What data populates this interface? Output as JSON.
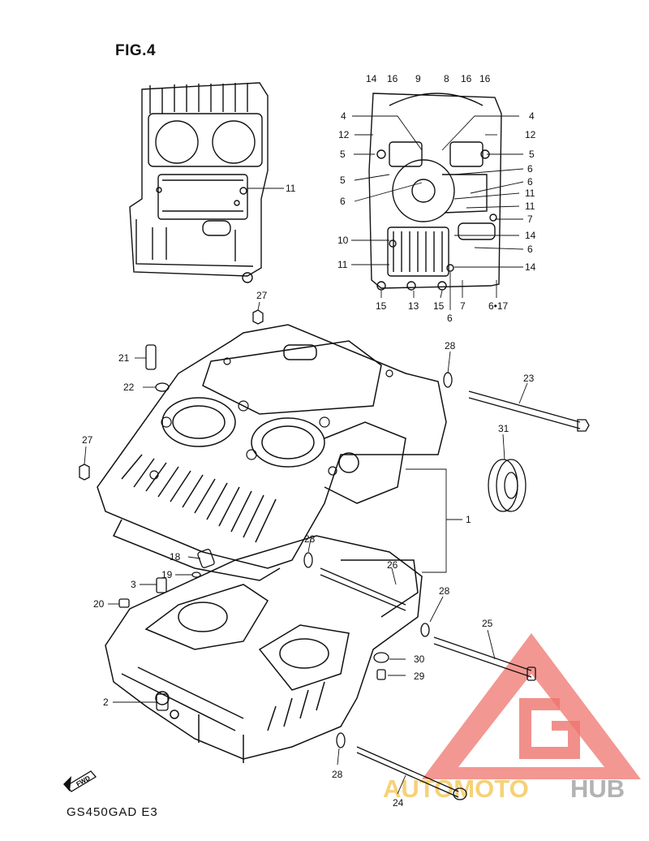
{
  "figure": {
    "title": "FIG.4",
    "model_code": "GS450GAD  E3",
    "fwd_label": "FWD"
  },
  "watermark": {
    "text_part1": "AUTOMOTO",
    "text_part2": "HUB",
    "color_red": "#e8463c",
    "color_yellow": "#f3c24a",
    "color_gray": "#9a9a9a"
  },
  "callouts": {
    "detail_upper": [
      "14",
      "16",
      "9",
      "8",
      "16",
      "16",
      "4",
      "4",
      "12",
      "12",
      "5",
      "5",
      "5",
      "6",
      "6",
      "6",
      "11",
      "11",
      "7",
      "10",
      "14",
      "6",
      "11",
      "14",
      "15",
      "13",
      "15",
      "7",
      "6",
      "6•17"
    ],
    "detail_left": [
      "11"
    ],
    "main": [
      "27",
      "21",
      "22",
      "28",
      "23",
      "31",
      "27",
      "1",
      "28",
      "18",
      "26",
      "19",
      "3",
      "20",
      "28",
      "25",
      "30",
      "29",
      "2",
      "28",
      "24"
    ]
  }
}
